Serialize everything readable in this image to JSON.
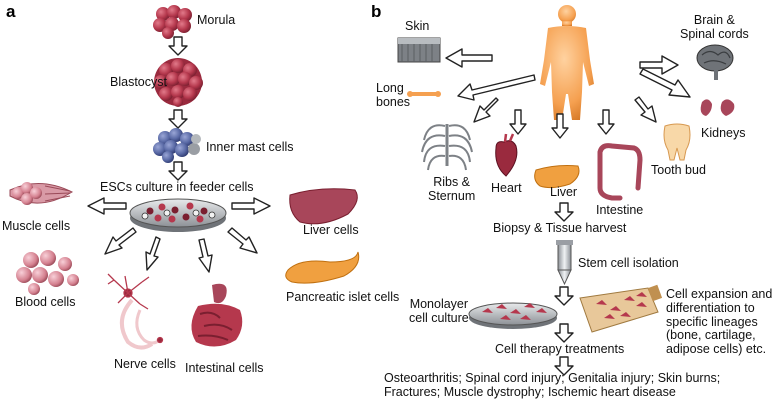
{
  "panels": {
    "a": "a",
    "b": "b"
  },
  "panel_a": {
    "morula": "Morula",
    "blastocyst": "Blastocyst",
    "inner_mass": "Inner mast cells",
    "esc_culture": "ESCs culture in feeder cells",
    "muscle": "Muscle cells",
    "blood": "Blood cells",
    "nerve": "Nerve cells",
    "intestinal": "Intestinal cells",
    "liver": "Liver cells",
    "pancreatic": "Pancreatic islet cells"
  },
  "panel_b": {
    "skin": "Skin",
    "long_bones": "Long\nbones",
    "brain": "Brain &\nSpinal cords",
    "ribs": "Ribs &\nSternum",
    "heart": "Heart",
    "liver": "Liver",
    "intestine": "Intestine",
    "tooth": "Tooth bud",
    "kidneys": "Kidneys",
    "biopsy": "Biopsy & Tissue harvest",
    "stem_isolation": "Stem cell isolation",
    "monolayer": "Monolayer\ncell culture",
    "expansion": "Cell expansion and\ndifferentiation to\nspecific lineages\n(bone, cartilage,\nadipose cells) etc.",
    "therapy": "Cell therapy treatments",
    "diseases_line1": "Osteoarthritis; Spinal cord injury; Genitalia injury; Skin burns;",
    "diseases_line2": "Fractures; Muscle dystrophy; Ischemic heart disease"
  },
  "colors": {
    "red_cell": "#b5384d",
    "blue_cell": "#5a6aa6",
    "body": "#f5a050",
    "liver": "#a8465a",
    "pancreas": "#f0a040",
    "dish": "#a0a4a8"
  }
}
